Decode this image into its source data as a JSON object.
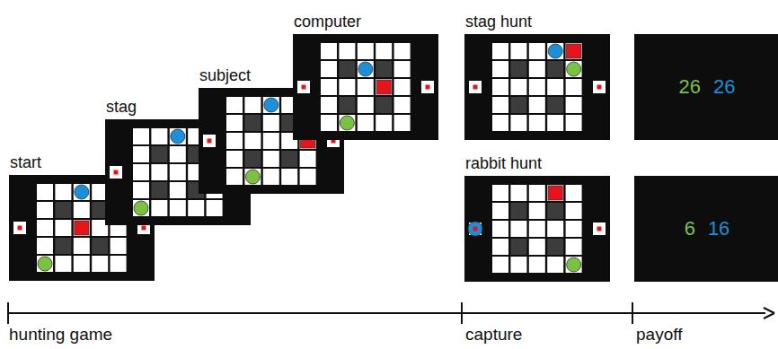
{
  "diagram": {
    "nodes": [
      {
        "text": [
          "start"
        ]
      },
      {
        "text": [
          "stag"
        ]
      },
      {
        "text": [
          "subject"
        ]
      },
      {
        "text": [
          "computer"
        ]
      },
      {
        "text": [
          "stag hunt"
        ]
      },
      {
        "text": [
          "26",
          "26"
        ]
      },
      {
        "text": [
          "rabbit hunt"
        ]
      },
      {
        "text": [
          "6",
          "16"
        ]
      }
    ],
    "labels": [
      "hunting game",
      "capture",
      "payoff"
    ]
  }
}
